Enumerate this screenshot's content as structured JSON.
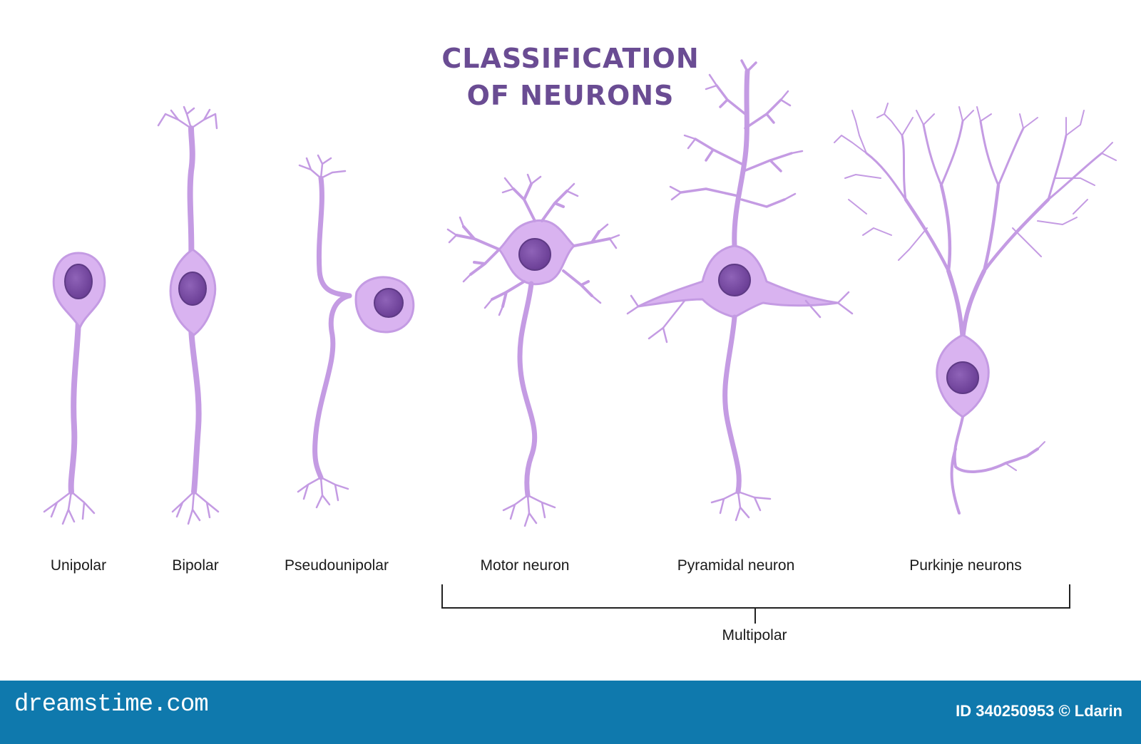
{
  "title": {
    "line1": "CLASSIFICATION",
    "line2": "OF NEURONS"
  },
  "labels": {
    "unipolar": "Unipolar",
    "bipolar": "Bipolar",
    "pseudounipolar": "Pseudounipolar",
    "motor": "Motor neuron",
    "pyramidal": "Pyramidal neuron",
    "purkinje": "Purkinje neurons",
    "multipolar": "Multipolar"
  },
  "footer": {
    "logo": "dreamstime.com",
    "credit": "ID 340250953 © Ldarin"
  },
  "colors": {
    "title": "#6a4c93",
    "neuron": "#c49be3",
    "soma": "#d9b3f0",
    "nucleus": "#7a4ba3",
    "footer": "#0f79ad"
  }
}
